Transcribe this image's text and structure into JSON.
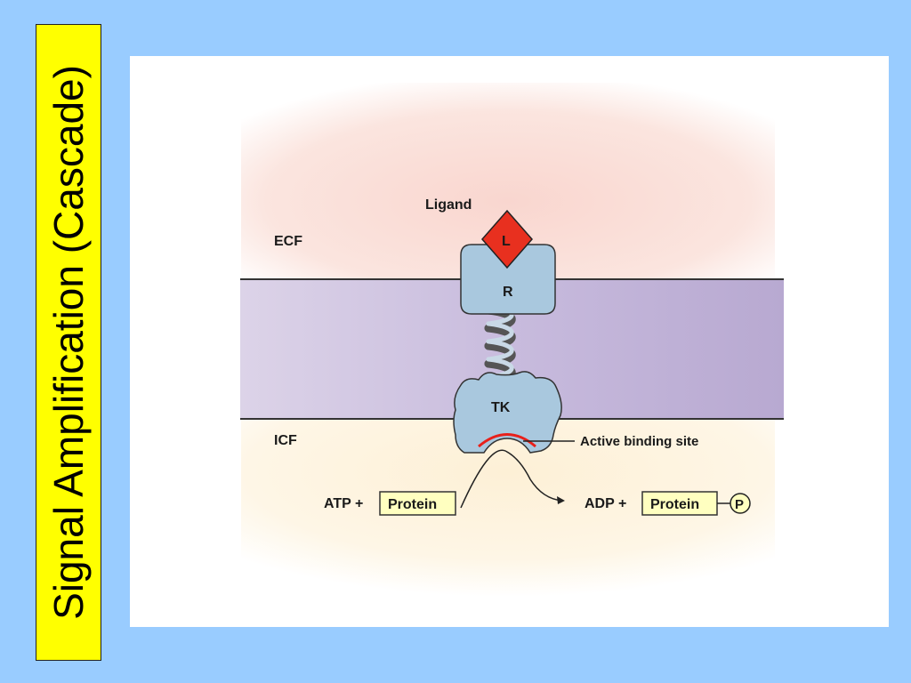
{
  "slide": {
    "title": "Signal Amplification (Cascade)"
  },
  "diagram": {
    "ecf_label": "ECF",
    "icf_label": "ICF",
    "ligand_label": "Ligand",
    "ligand_symbol": "L",
    "receptor_symbol": "R",
    "kinase_symbol": "TK",
    "active_site_label": "Active binding site",
    "reaction": {
      "left_prefix": "ATP +",
      "left_box": "Protein",
      "right_prefix": "ADP +",
      "right_box": "Protein",
      "phosphate": "P"
    }
  },
  "colors": {
    "background": "#99ccff",
    "title_box": "#ffff00",
    "membrane": "#c9bedf",
    "receptor": "#a9c8de",
    "ligand": "#e8301f",
    "protein_box": "#ffffc0"
  }
}
